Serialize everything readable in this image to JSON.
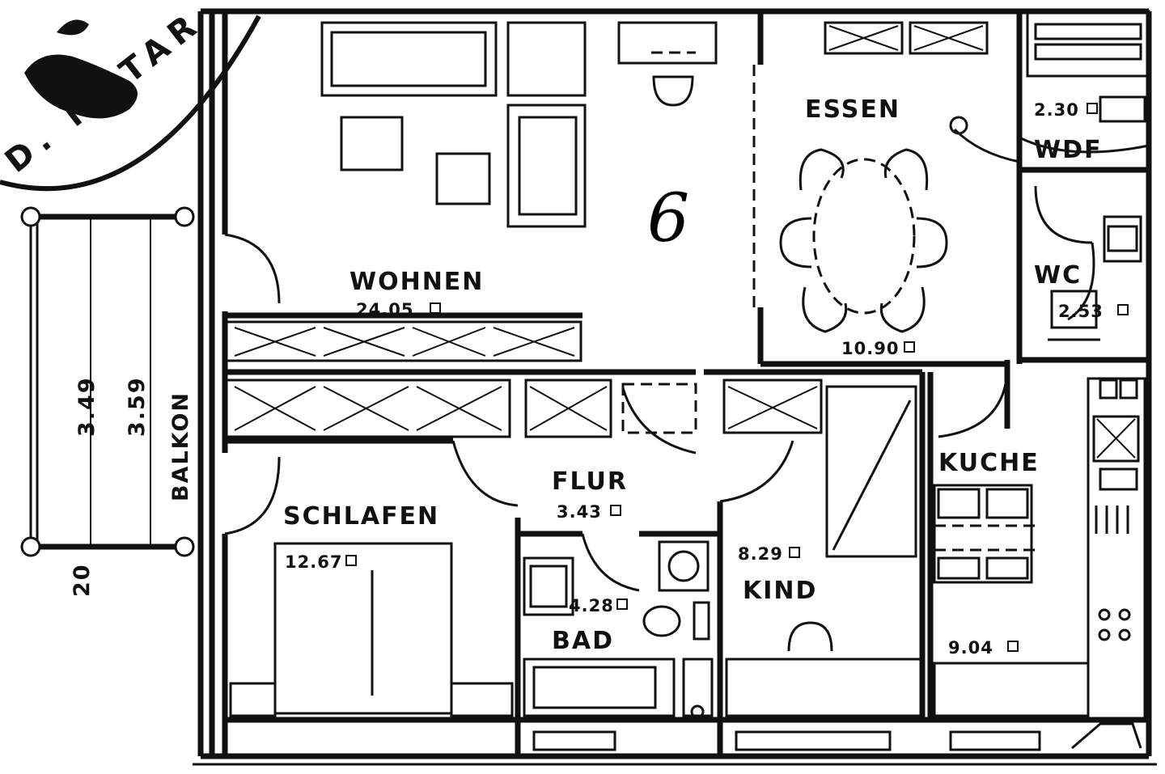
{
  "plan": {
    "unit_number": "6",
    "stamp_text": "D. NOTAR",
    "rooms": {
      "wohnen": {
        "name": "WOHNEN",
        "area": "24.05"
      },
      "essen": {
        "name": "ESSEN",
        "area": "10.90"
      },
      "wdf": {
        "name": "WDF",
        "area": "2.30"
      },
      "wc": {
        "name": "WC",
        "area": "2.53"
      },
      "flur": {
        "name": "FLUR",
        "area": "3.43"
      },
      "schlafen": {
        "name": "SCHLAFEN",
        "area": "12.67"
      },
      "bad": {
        "name": "BAD",
        "area": "4.28"
      },
      "kind": {
        "name": "KIND",
        "area": "8.29"
      },
      "kuche": {
        "name": "KUCHE",
        "area": "9.04"
      }
    },
    "balcony": {
      "name": "BALKON",
      "dim_inner": "3.49",
      "dim_outer": "3.59",
      "dim_offset": "20"
    }
  }
}
